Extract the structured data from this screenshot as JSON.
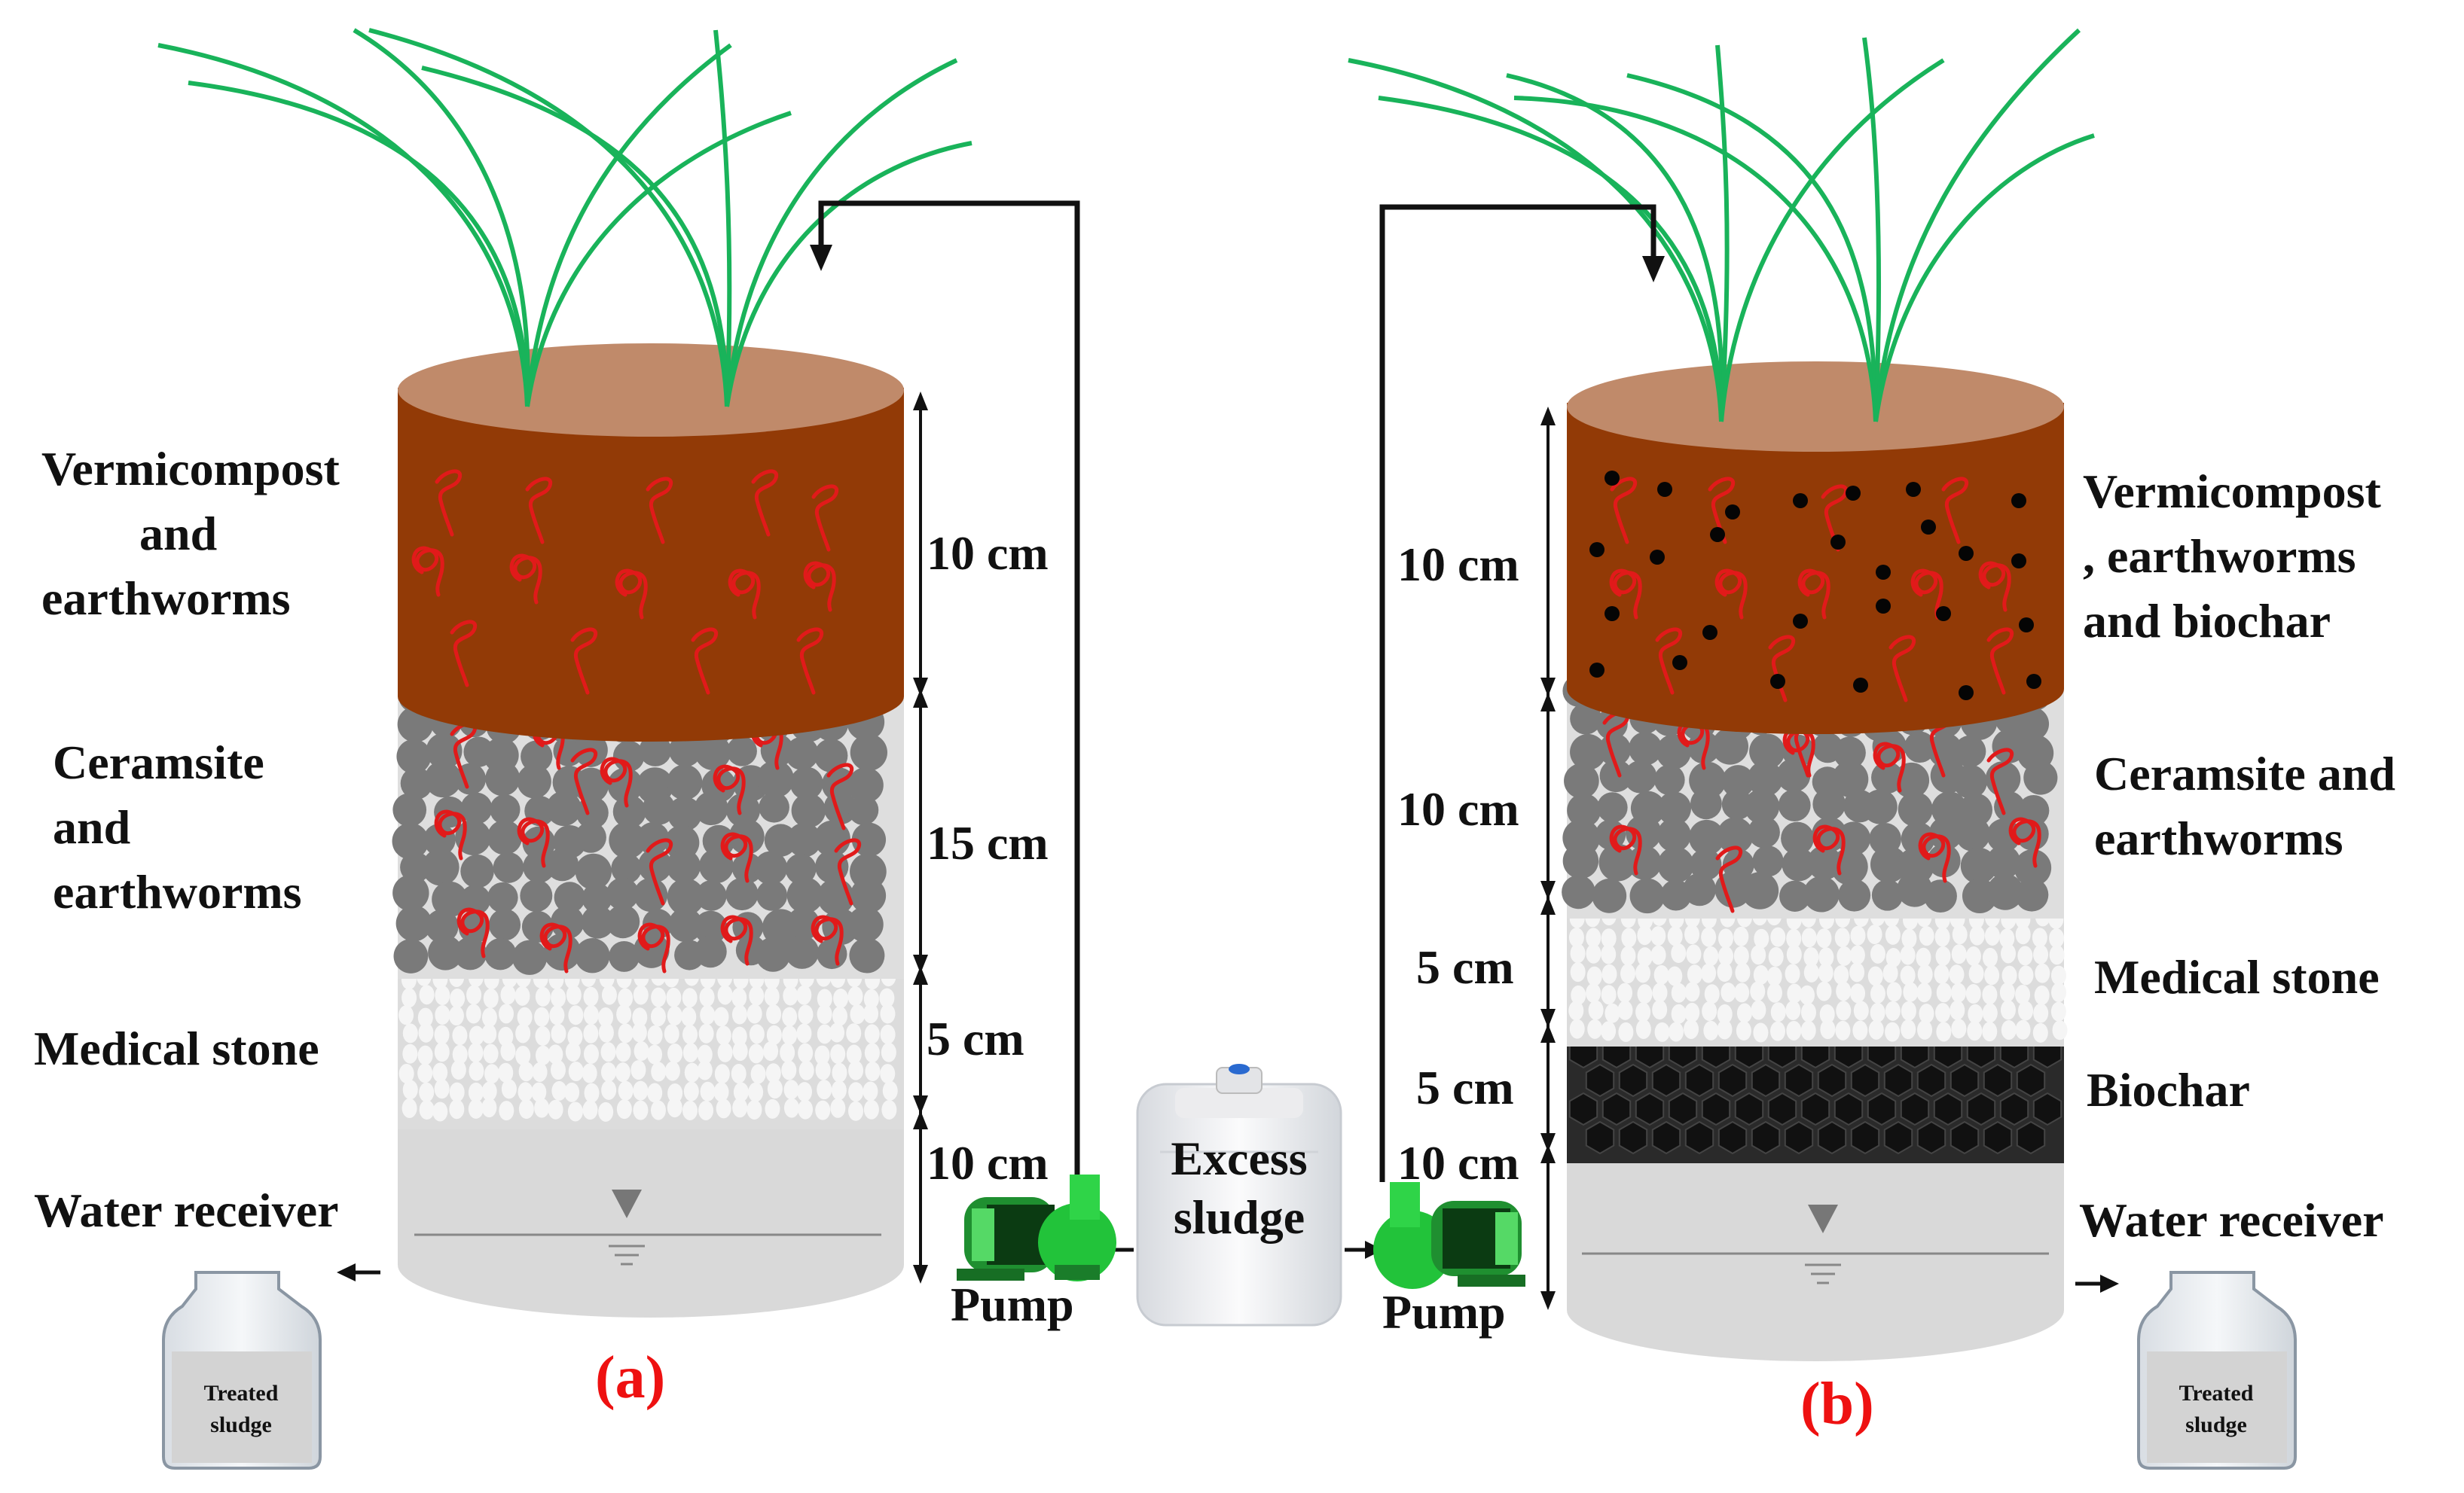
{
  "column_a": {
    "caption": "(a)",
    "layers": [
      {
        "label": "Vermicompost and earthworms",
        "thickness": "10 cm"
      },
      {
        "label": "Ceramsite and earthworms",
        "thickness": "15 cm"
      },
      {
        "label": "Medical stone",
        "thickness": "5 cm"
      },
      {
        "label": "Water receiver",
        "thickness": "10 cm"
      }
    ],
    "label_lines": {
      "vermicompost": [
        "Vermicompost",
        "and",
        "earthworms"
      ],
      "ceramsite": [
        "Ceramsite",
        "and",
        "earthworms"
      ]
    },
    "pump_label": "Pump",
    "bottle_label": [
      "Treated",
      "sludge"
    ]
  },
  "column_b": {
    "caption": "(b)",
    "layers": [
      {
        "label": "Vermicompost, earthworms and biochar",
        "thickness": "10 cm"
      },
      {
        "label": "Ceramsite and earthworms",
        "thickness": "10 cm"
      },
      {
        "label": "Medical stone",
        "thickness": "5 cm"
      },
      {
        "label": "Biochar",
        "thickness": "5 cm"
      },
      {
        "label": "Water receiver",
        "thickness": "10 cm"
      }
    ],
    "label_lines": {
      "vermicompost": [
        "Vermicompost",
        ", earthworms",
        "and biochar"
      ],
      "ceramsite": [
        "Ceramsite and",
        "earthworms"
      ]
    },
    "pump_label": "Pump",
    "bottle_label": [
      "Treated",
      "sludge"
    ]
  },
  "tank": {
    "label_lines": [
      "Excess",
      "sludge"
    ]
  },
  "colors": {
    "soil_top": "#c08a6a",
    "vermicompost": "#923a06",
    "ceramsite": "#7a7a7a",
    "medical_stone": "#f5f5f5",
    "biochar": "#111111",
    "water_zone": "#d9d9d9",
    "plants": "#19b35a",
    "worms": "#e11a1a",
    "pump": "#22c33a",
    "caption": "#ee1111"
  },
  "icons": [
    "plant-stems-icon",
    "earthworm-icon",
    "pump-icon",
    "storage-tank-icon",
    "bottle-icon",
    "water-level-icon",
    "flow-arrow-icon"
  ]
}
